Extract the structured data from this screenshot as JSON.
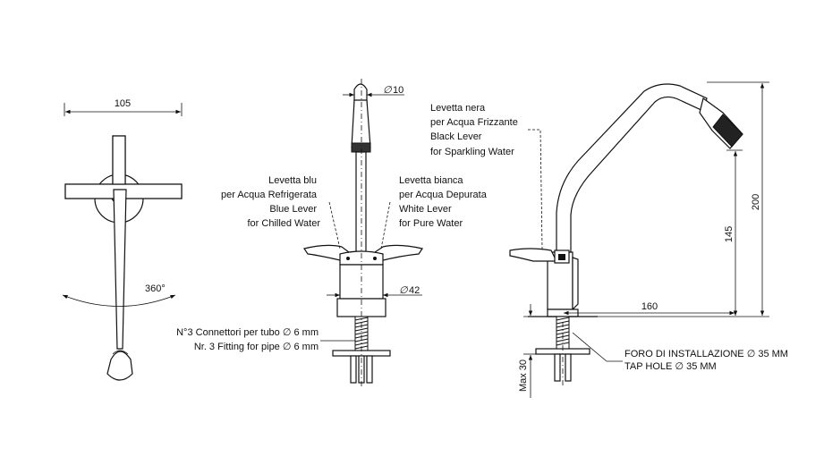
{
  "top_view": {
    "width_dim": "105",
    "rotation": "360°"
  },
  "front_view": {
    "spout_dia": "10",
    "base_dia": "42",
    "left_lever_label": [
      "Levetta blu",
      "per Acqua Refrigerata",
      "Blue Lever",
      "for Chilled Water"
    ],
    "right_lever_label": [
      "Levetta bianca",
      "per Acqua Depurata",
      "White Lever",
      "for Pure Water"
    ],
    "connectors_label": [
      "N°3 Connettori per tubo ∅ 6 mm",
      "Nr. 3 Fitting for pipe ∅ 6 mm"
    ]
  },
  "side_view": {
    "lever_label": [
      "Levetta nera",
      "per Acqua Frizzante",
      "Black Lever",
      "for Sparkling Water"
    ],
    "height_total": "200",
    "height_spout": "145",
    "reach": "160",
    "max_thickness": "Max 30",
    "hole_label": [
      "FORO DI INSTALLAZIONE ∅ 35 MM",
      "TAP HOLE ∅ 35 MM"
    ]
  }
}
